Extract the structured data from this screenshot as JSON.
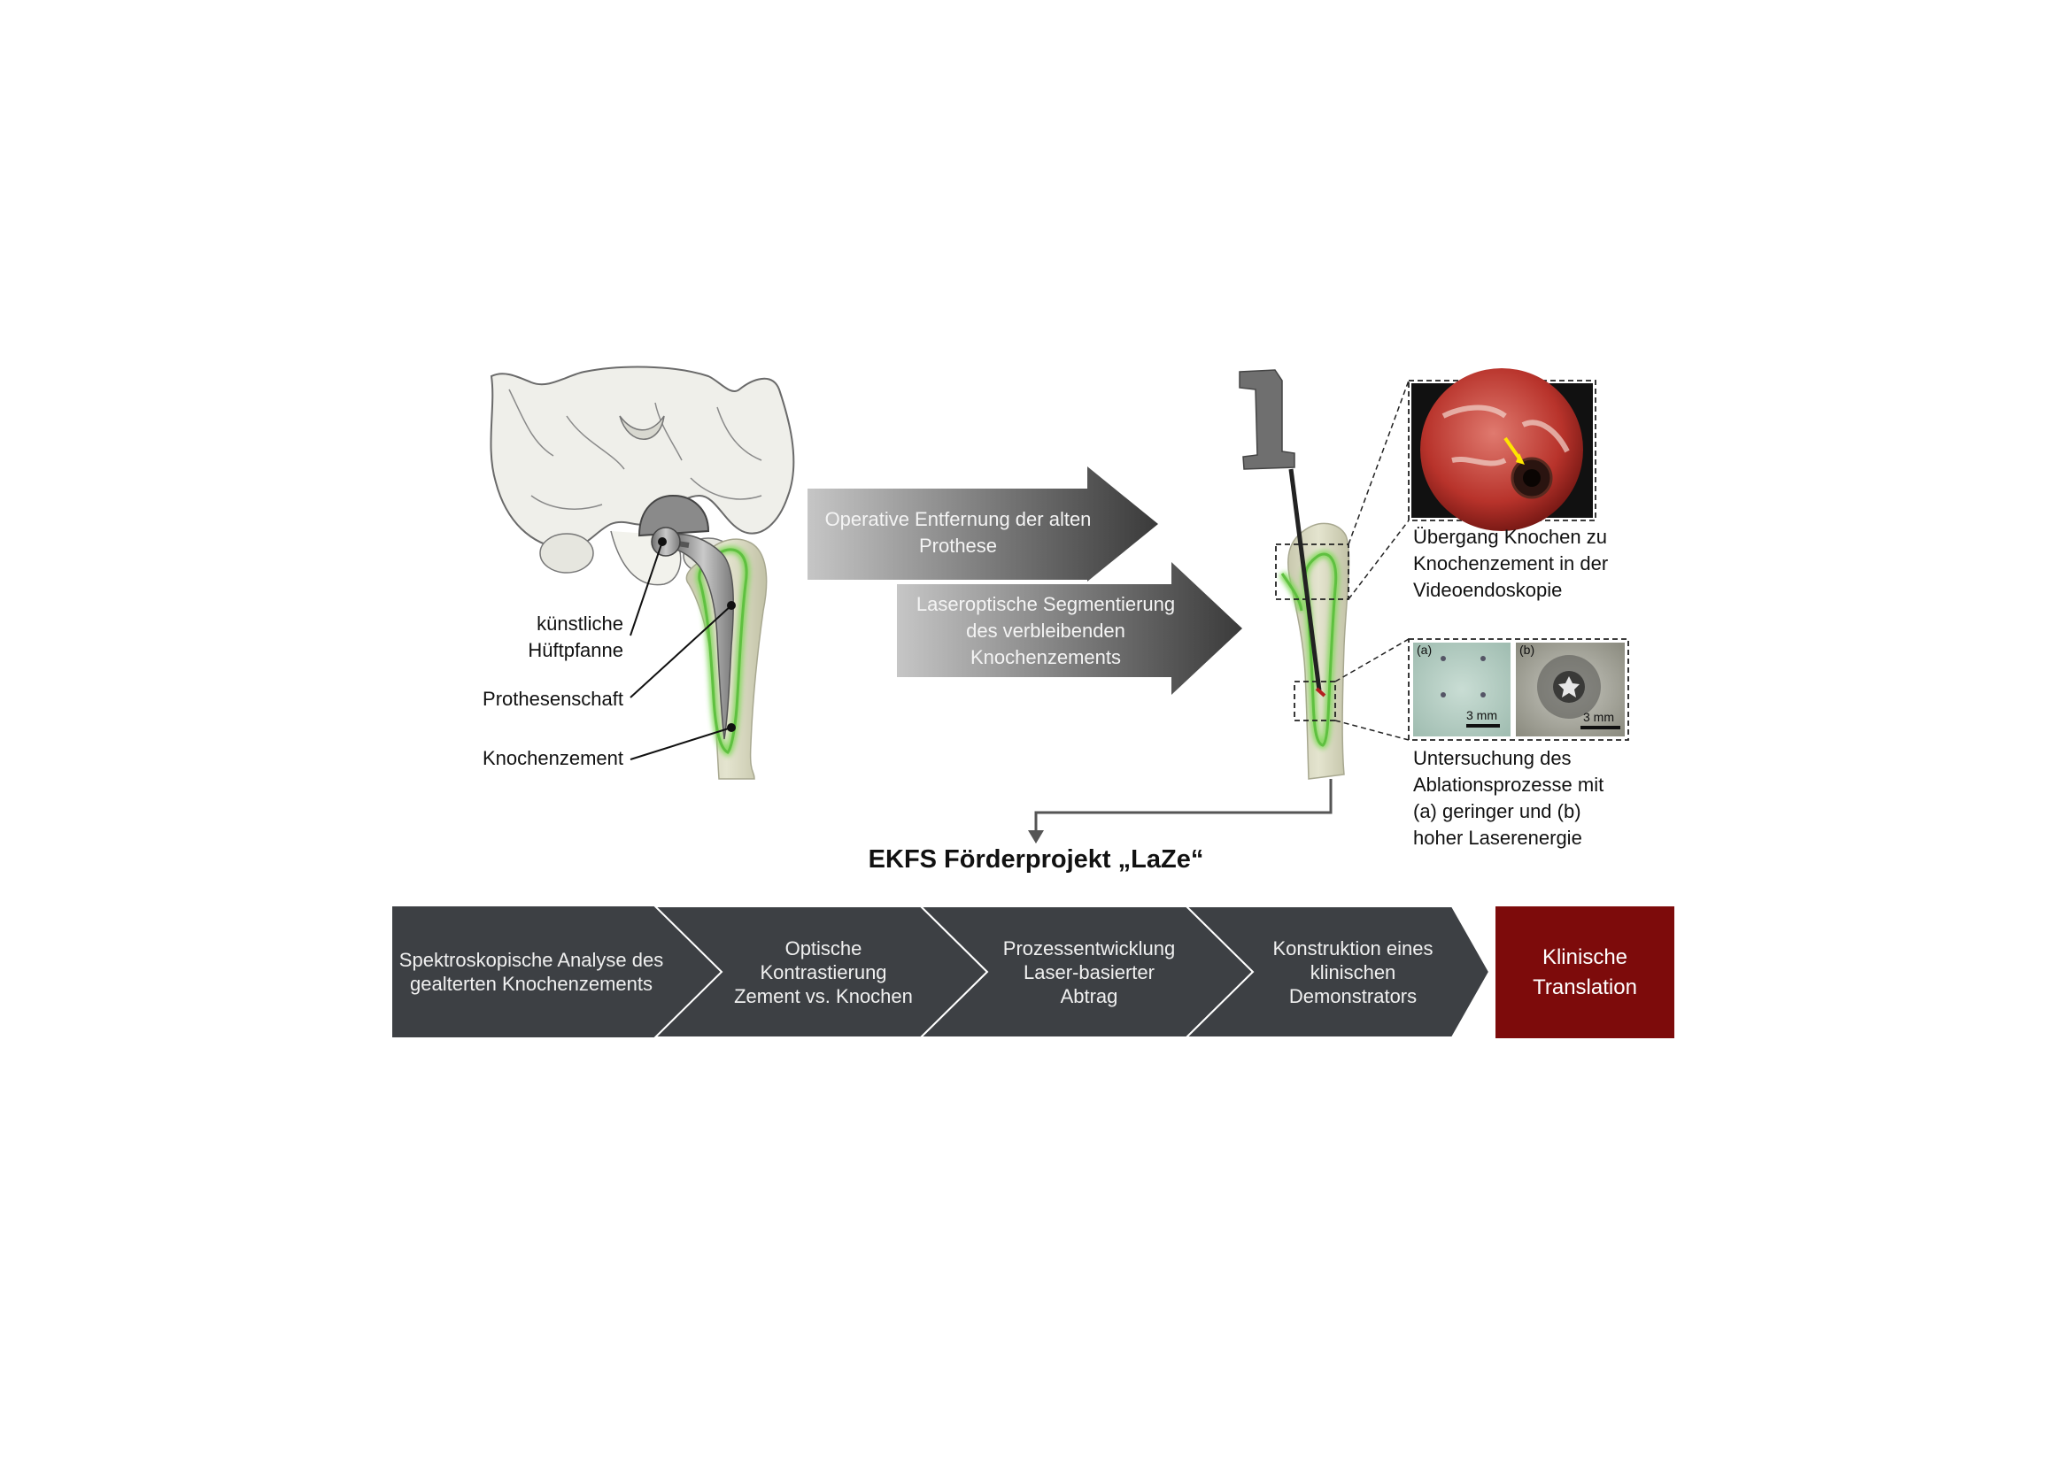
{
  "left_labels": {
    "cup_line1": "künstliche",
    "cup_line2": "Hüftpfanne",
    "stem": "Prothesenschaft",
    "cement": "Knochenzement"
  },
  "arrows": {
    "arrow1": [
      "Operative Entfernung der alten",
      "Prothese"
    ],
    "arrow2": [
      "Laseroptische Segmentierung",
      "des verbleibenden",
      "Knochenzements"
    ]
  },
  "right_labels": {
    "endoscopy": [
      "Übergang Knochen zu",
      "Knochenzement in der",
      "Videoendoskopie"
    ],
    "ablation": [
      "Untersuchung des",
      "Ablationsprozesse mit",
      "(a) geringer und (b)",
      "hoher Laserenergie"
    ],
    "panel_a": "(a)",
    "panel_b": "(b)",
    "scale_a": "3 mm",
    "scale_b": "3 mm"
  },
  "project_title": "EKFS Förderprojekt „LaZe“",
  "steps": [
    {
      "lines": [
        "Spektroskopische Analyse des",
        "gealterten Knochenzements"
      ]
    },
    {
      "lines": [
        "Optische",
        "Kontrastierung",
        "Zement vs. Knochen"
      ]
    },
    {
      "lines": [
        "Prozessentwicklung",
        "Laser-basierter",
        "Abtrag"
      ]
    },
    {
      "lines": [
        "Konstruktion eines",
        "klinischen",
        "Demonstrators"
      ]
    }
  ],
  "final_step": [
    "Klinische",
    "Translation"
  ],
  "colors": {
    "step_fill": "#3d4044",
    "final_fill": "#7d0b0b",
    "cement_green": "#7ed957",
    "bone": "#dcdcc4"
  }
}
